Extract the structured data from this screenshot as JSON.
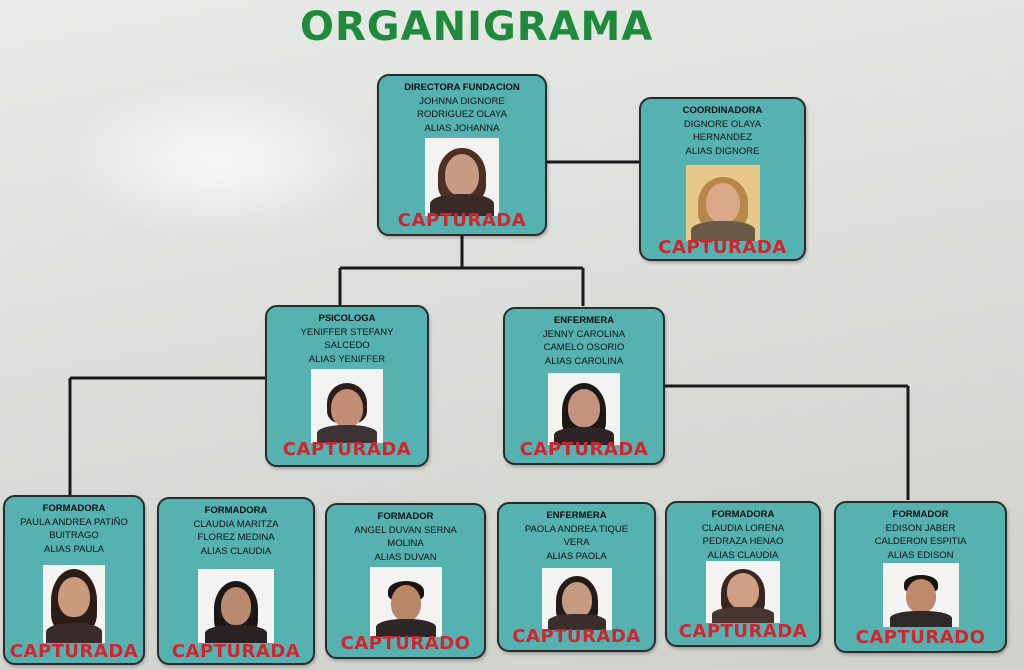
{
  "title": "ORGANIGRAMA",
  "stamp_color": "#d0252e",
  "card_color": "#55b2b0",
  "cards": {
    "directora": {
      "role": "DIRECTORA FUNDACION",
      "lines": [
        "JOHNNA DIGNORE",
        "RODRIGUEZ OLAYA",
        "ALIAS JOHANNA"
      ],
      "stamp": "CAPTURADA"
    },
    "coordinadora": {
      "role": "COORDINADORA",
      "lines": [
        "DIGNORE OLAYA",
        "HERNANDEZ",
        "ALIAS DIGNORE"
      ],
      "stamp": "CAPTURADA"
    },
    "psicologa": {
      "role": "PSICOLOGA",
      "lines": [
        "YENIFFER STEFANY",
        "SALCEDO",
        "ALIAS YENIFFER"
      ],
      "stamp": "CAPTURADA"
    },
    "enfermera1": {
      "role": "ENFERMERA",
      "lines": [
        "JENNY CAROLINA",
        "CAMELO OSORIO",
        "ALIAS CAROLINA"
      ],
      "stamp": "CAPTURADA"
    },
    "formadora1": {
      "role": "FORMADORA",
      "lines": [
        "PAULA ANDREA PATIÑO",
        "BUITRAGO",
        "ALIAS PAULA"
      ],
      "stamp": "CAPTURADA"
    },
    "formadora2": {
      "role": "FORMADORA",
      "lines": [
        "CLAUDIA MARITZA",
        "FLOREZ MEDINA",
        "ALIAS CLAUDIA"
      ],
      "stamp": "CAPTURADA"
    },
    "formador1": {
      "role": "FORMADOR",
      "lines": [
        "ANGEL DUVAN SERNA",
        "MOLINA",
        "ALIAS DUVAN"
      ],
      "stamp": "CAPTURADO"
    },
    "enfermera2": {
      "role": "ENFERMERA",
      "lines": [
        "PAOLA ANDREA TIQUE",
        "VERA",
        "ALIAS PAOLA"
      ],
      "stamp": "CAPTURADA"
    },
    "formadora3": {
      "role": "FORMADORA",
      "lines": [
        "CLAUDIA LORENA",
        "PEDRAZA HENAO",
        "ALIAS CLAUDIA"
      ],
      "stamp": "CAPTURADA"
    },
    "formador2": {
      "role": "FORMADOR",
      "lines": [
        "EDISON JABER",
        "CALDERON ESPITIA",
        "ALIAS EDISON"
      ],
      "stamp": "CAPTURADO"
    }
  }
}
